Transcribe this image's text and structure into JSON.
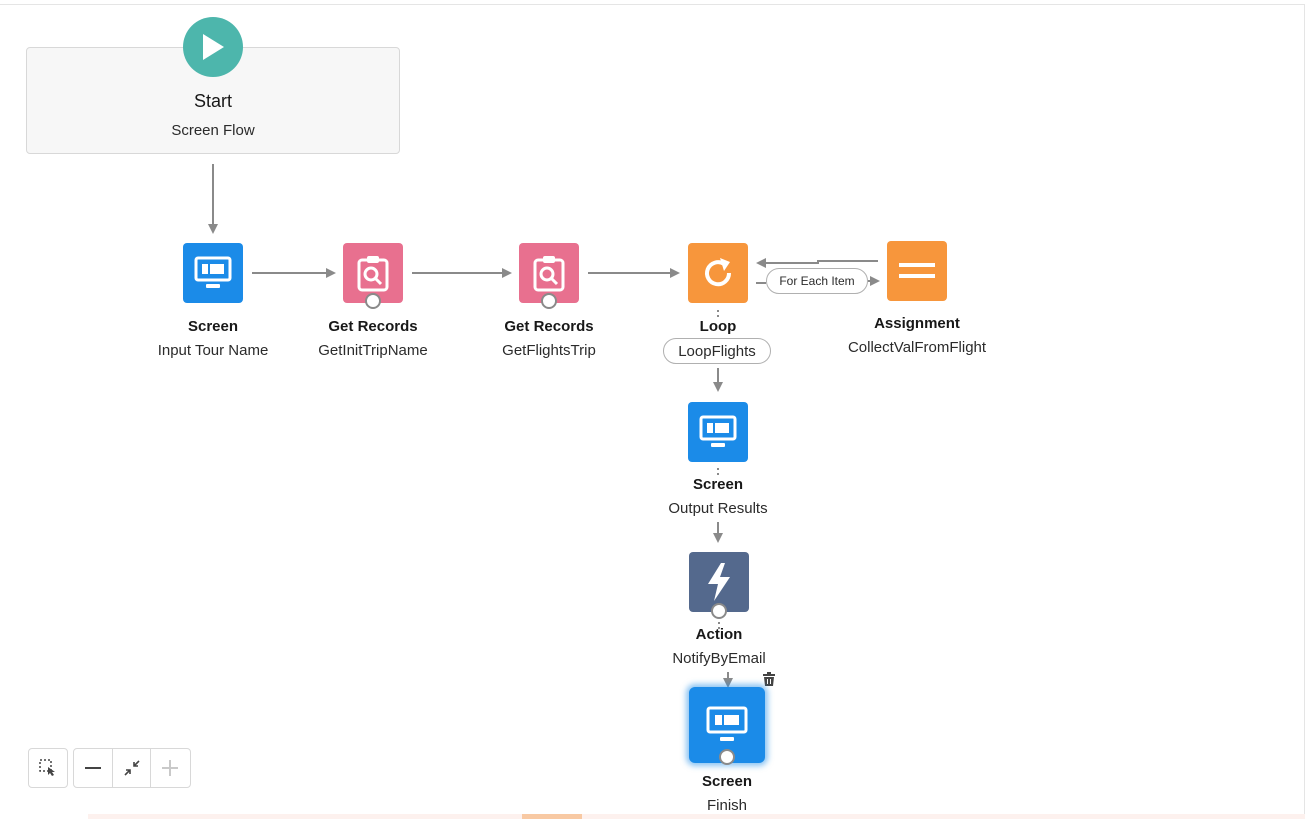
{
  "start": {
    "title": "Start",
    "subtitle": "Screen Flow"
  },
  "nodes": {
    "screen_input": {
      "type": "Screen",
      "name": "Input Tour Name"
    },
    "get_init": {
      "type": "Get Records",
      "name": "GetInitTripName"
    },
    "get_flights": {
      "type": "Get Records",
      "name": "GetFlightsTrip"
    },
    "loop": {
      "type": "Loop",
      "name": "LoopFlights"
    },
    "assignment": {
      "type": "Assignment",
      "name": "CollectValFromFlight"
    },
    "screen_output": {
      "type": "Screen",
      "name": "Output Results"
    },
    "action": {
      "type": "Action",
      "name": "NotifyByEmail"
    },
    "screen_finish": {
      "type": "Screen",
      "name": "Finish"
    }
  },
  "connector_labels": {
    "for_each": "For Each Item"
  },
  "icons": {
    "start": "play-icon",
    "screen": "screen-icon",
    "get_records": "clipboard-search-icon",
    "loop": "loop-icon",
    "assignment": "equals-icon",
    "action": "lightning-icon",
    "delete": "trash-icon",
    "select": "selection-icon",
    "zoom_out": "minus-icon",
    "fit": "collapse-icon",
    "zoom_in": "plus-icon"
  },
  "colors": {
    "start": "#4db6ac",
    "screen": "#1b8be8",
    "get_records": "#e8708f",
    "loop": "#f7963c",
    "assignment": "#f7963c",
    "action": "#54698d",
    "connector": "#8a8a8a"
  }
}
